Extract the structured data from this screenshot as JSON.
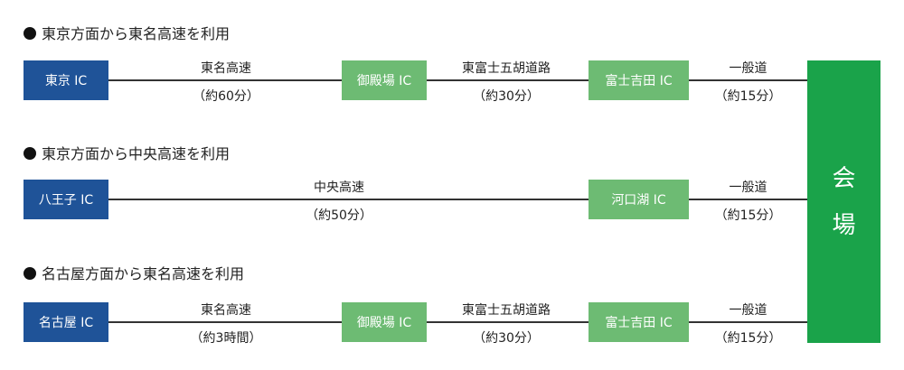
{
  "colors": {
    "origin": "#1f5398",
    "interchange": "#6dbb73",
    "venue": "#1aa34a"
  },
  "venue": {
    "char1": "会",
    "char2": "場"
  },
  "routes": [
    {
      "heading": "東京方面から東名高速を利用",
      "start": "東京 IC",
      "seg1": {
        "road": "東名高速",
        "time": "（約60分）"
      },
      "ic1": "御殿場 IC",
      "seg2": {
        "road": "東富士五胡道路",
        "time": "（約30分）"
      },
      "ic2": "富士吉田 IC",
      "seg3": {
        "road": "一般道",
        "time": "（約15分）"
      }
    },
    {
      "heading": "東京方面から中央高速を利用",
      "start": "八王子 IC",
      "seg1": {
        "road": "中央高速",
        "time": "（約50分）"
      },
      "ic2": "河口湖 IC",
      "seg3": {
        "road": "一般道",
        "time": "（約15分）"
      }
    },
    {
      "heading": "名古屋方面から東名高速を利用",
      "start": "名古屋 IC",
      "seg1": {
        "road": "東名高速",
        "time": "（約3時間）"
      },
      "ic1": "御殿場 IC",
      "seg2": {
        "road": "東富士五胡道路",
        "time": "（約30分）"
      },
      "ic2": "富士吉田 IC",
      "seg3": {
        "road": "一般道",
        "time": "（約15分）"
      }
    }
  ]
}
